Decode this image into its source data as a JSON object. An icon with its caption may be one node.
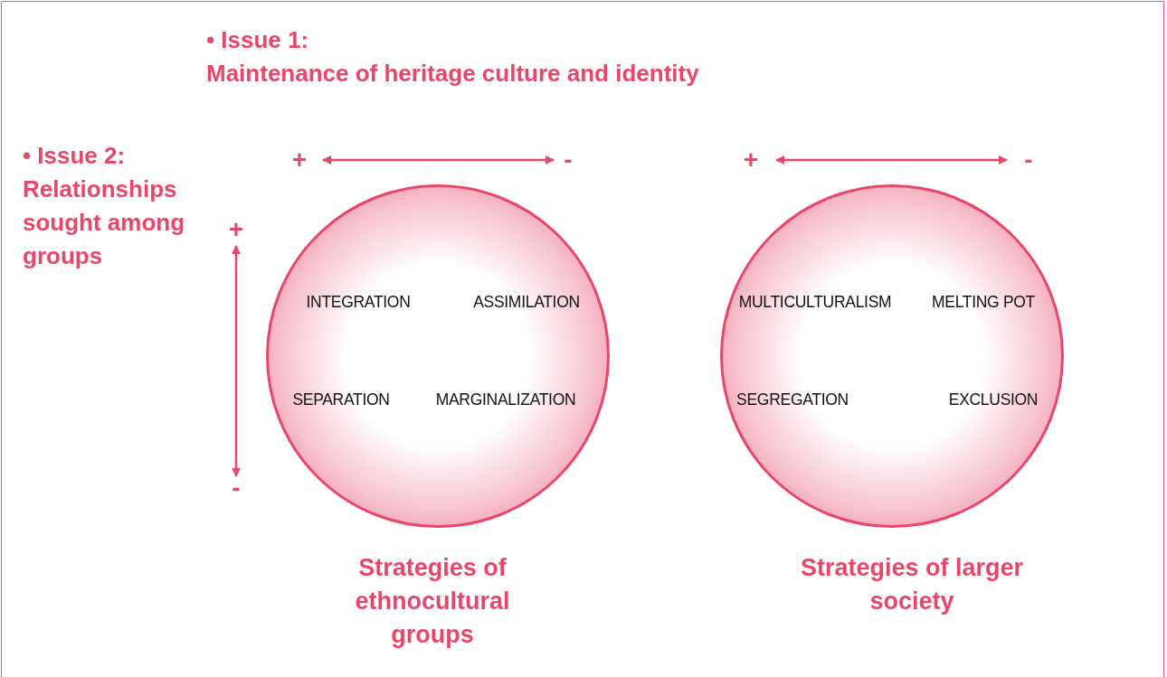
{
  "diagram": {
    "nodes": [
      {
        "text": [
          "INTEGRATION",
          "ASSIMILATION",
          "SEPARATION",
          "MARGINALIZATION"
        ],
        "beside": [
          "Strategies of ethnocultural groups"
        ]
      },
      {
        "text": [
          "MULTICULTURALISM",
          "MELTING POT",
          "SEGREGATION",
          "EXCLUSION"
        ],
        "beside": [
          "Strategies of larger society"
        ]
      }
    ],
    "labels": [
      "• Issue 1:",
      "Maintenance of heritage culture and identity",
      "• Issue 2:",
      "Relationships sought among groups",
      "+",
      "-",
      "+",
      "-",
      "+",
      "-"
    ]
  }
}
